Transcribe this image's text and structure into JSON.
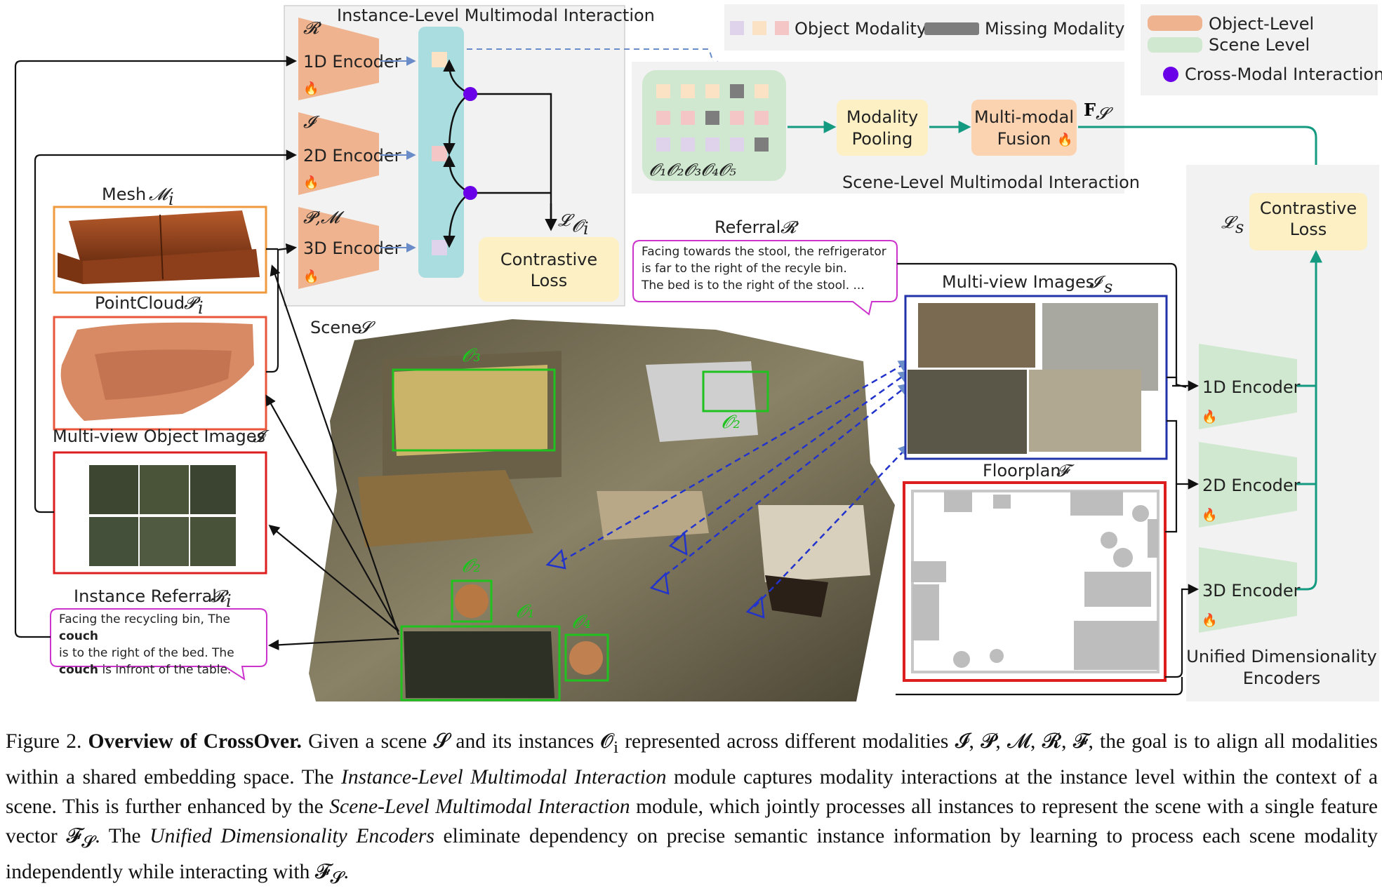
{
  "instance_panel": {
    "title": "Instance-Level Multimodal Interaction",
    "enc1": "1D Encoder",
    "enc1_sym": "𝓡",
    "enc2": "2D Encoder",
    "enc2_sym": "𝓘",
    "enc3": "3D Encoder",
    "enc3_sym": "𝓟,𝓜",
    "loss_sym": "𝓛",
    "loss_sub": "𝓞",
    "loss_sub2": "i",
    "contrastive": "Contrastive",
    "loss": "Loss"
  },
  "legend_modality": {
    "object": "Object Modality",
    "missing": "Missing Modality"
  },
  "legend_level": {
    "object_level": "Object-Level",
    "scene_level": "Scene Level",
    "cross_modal": "Cross-Modal  Interaction"
  },
  "scene_panel": {
    "title": "Scene-Level Multimodal Interaction",
    "pooling_1": "Modality",
    "pooling_2": "Pooling",
    "fusion_1": "Multi-modal",
    "fusion_2": "Fusion",
    "fs": "F",
    "fs_sub": "𝓢",
    "objects": "𝓞₁𝓞₂𝓞₃𝓞₄𝓞₅"
  },
  "left": {
    "mesh": "Mesh",
    "mesh_sym": "𝓜",
    "pointcloud": "PointCloud",
    "pc_sym": "𝓟",
    "mv_obj": "Multi-view Object Images",
    "mv_sym": "𝓘",
    "inst_ref": "Instance Referral",
    "inst_sym": "𝓡",
    "sub_i": "i",
    "bubble_1": "Facing the recycling bin, The ",
    "bubble_couch": "couch",
    "bubble_2": "is to  the right of the bed. The",
    "bubble_3": " is infront of the table."
  },
  "scene": {
    "label": "Scene",
    "sym": "𝓢",
    "o1": "𝓞₁",
    "o2": "𝓞₂",
    "o3": "𝓞₃",
    "o4": "𝓞₄",
    "o2b": "𝓞₂"
  },
  "referral": {
    "label": "Referral",
    "sym": "𝓡",
    "line1": "Facing towards the stool, the refrigerator",
    "line2": "is far to the right of the recyle bin.",
    "line3": "The bed is to the right of the stool. ..."
  },
  "right": {
    "mv_images": "Multi-view Images",
    "mv_sym": "𝓘",
    "sub_s": "s",
    "floorplan": "Floorplan",
    "fp_sym": "𝓕",
    "ls_sym": "𝓛",
    "contrastive": "Contrastive",
    "loss": "Loss",
    "enc1": "1D Encoder",
    "enc2": "2D Encoder",
    "enc3": "3D Encoder",
    "unified_1": "Unified Dimensionality",
    "unified_2": "Encoders"
  },
  "caption": {
    "fig": "Figure 2.",
    "title": "Overview of CrossOver.",
    "t1": "Given a scene 𝓢 and its instances 𝓞",
    "t1b": "i",
    "t1c": " represented across different modalities 𝓘, 𝓟, 𝓜, 𝓡, 𝓕, the goal is to align all modalities within a shared embedding space. The ",
    "em1": "Instance-Level Multimodal Interaction",
    "t2": " module captures modality interactions at the instance level within the context of a scene. This is further enhanced by the ",
    "em2": "Scene-Level Multimodal Interaction",
    "t3": " module, which jointly processes all instances to represent the scene with a single feature vector 𝓕",
    "t3b": "𝓢",
    "t4": ". The ",
    "em3": "Unified Dimensionality Encoders",
    "t5": " eliminate dependency on precise semantic instance information by learning to process each scene modality independently while interacting with 𝓕",
    "t5b": "𝓢",
    "t6": "."
  },
  "colors": {
    "object_level": "#efb48f",
    "scene_level": "#cfe8cf",
    "cross_modal": "#6a00e8",
    "teal": "#149a80",
    "cyan_bar": "#a9dde0",
    "loss_box": "#fdf0c4",
    "missing": "#7d7d7d"
  },
  "fire_icon": "fire-icon"
}
